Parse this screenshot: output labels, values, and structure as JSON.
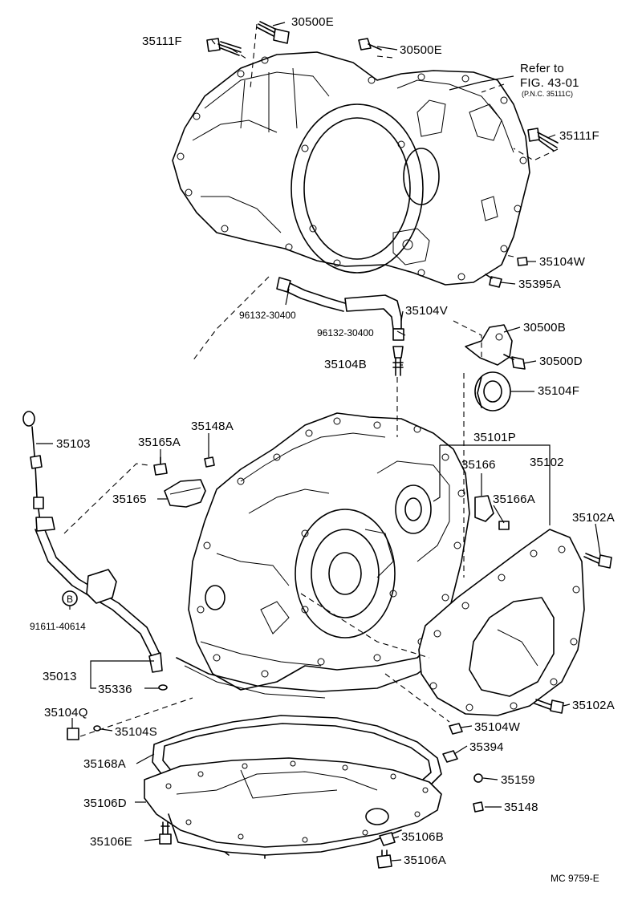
{
  "labels": {
    "p35111F_top": "35111F",
    "p30500E_a": "30500E",
    "p30500E_b": "30500E",
    "refer_line1": "Refer to",
    "refer_line2": "FIG. 43-01",
    "refer_line3": "(P.N.C. 35111C)",
    "p35111F_right": "35111F",
    "p35104W_top": "35104W",
    "p35395A": "35395A",
    "p35104V": "35104V",
    "p96132_a": "96132-30400",
    "p96132_b": "96132-30400",
    "p30500B": "30500B",
    "p30500D": "30500D",
    "p35104B": "35104B",
    "p35104F": "35104F",
    "p35103": "35103",
    "p35148A": "35148A",
    "p35165A": "35165A",
    "p35101P": "35101P",
    "p35166": "35166",
    "p35102": "35102",
    "p35165": "35165",
    "p35166A": "35166A",
    "p35102A_top": "35102A",
    "bolt_marker": "B",
    "p91611": "91611-40614",
    "p35013": "35013",
    "p35336": "35336",
    "p35102A_bottom": "35102A",
    "p35104Q": "35104Q",
    "p35104S": "35104S",
    "p35104W_bottom": "35104W",
    "p35394": "35394",
    "p35168A": "35168A",
    "p35159": "35159",
    "p35106D": "35106D",
    "p35148": "35148",
    "p35106E": "35106E",
    "p35106B": "35106B",
    "p35106A": "35106A",
    "figure_code": "MC 9759-E"
  }
}
